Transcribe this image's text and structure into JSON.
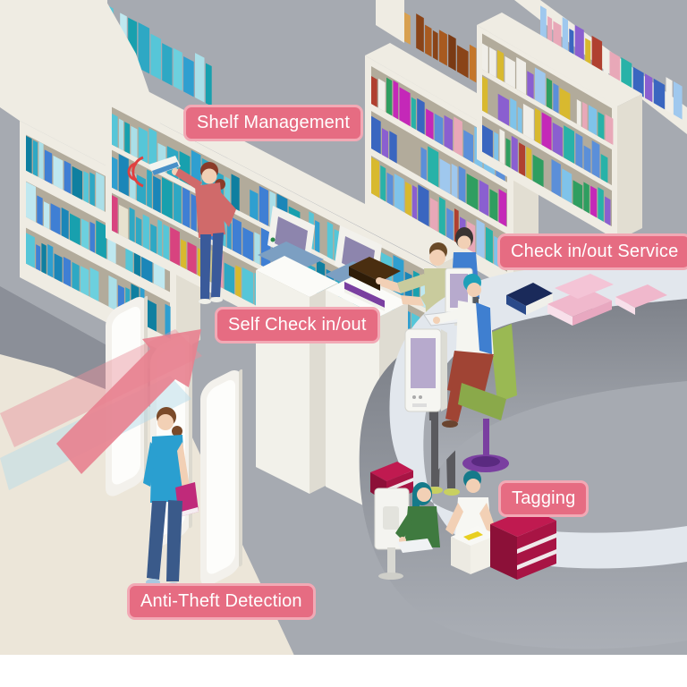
{
  "labels": {
    "shelf_management": "Shelf Management",
    "self_check": "Self Check in/out",
    "checkin_service": "Check in/out Service",
    "anti_theft": "Anti-Theft Detection",
    "tagging": "Tagging"
  },
  "colors": {
    "label-bg": "#e66c82",
    "label-border": "#f2a9b5",
    "label-text": "#ffffff",
    "floor": "#a6aab1",
    "floor-shadow": "#8b8f98",
    "outside-floor": "#ece6d9",
    "counter-top": "#e2e7ed",
    "counter-front-dark": "#7e828a",
    "counter-front-light": "#abafb6",
    "shelf-frame": "#efece3",
    "shelf-recess": "#b2ab9b",
    "shelf-end": "#e2ded2",
    "kiosk-screen": "#8d85ad",
    "kiosk-tray": "#7c9fc2",
    "monitor-screen": "#b7aacd",
    "gate-body": "#f3f1ec",
    "arrow-pink": "#e8818f",
    "page-bg": "#ffffff"
  },
  "palettes": {
    "left_books": [
      "#2ea8c4",
      "#56c6d8",
      "#1b86b8",
      "#6cd0de",
      "#2f9fd0",
      "#aadfe8",
      "#18a0ae",
      "#3f7fd4",
      "#bfe8f0",
      "#0f7fa0"
    ],
    "accent_books": [
      "#d8b92f",
      "#e8e2cf",
      "#d8437f",
      "#2ea8c4",
      "#e89ab0",
      "#56c6d8",
      "#c8c08a",
      "#3f7fd4"
    ],
    "right_books": [
      "#5b8fd9",
      "#2f9e60",
      "#7fc3ea",
      "#c428b8",
      "#d8b92f",
      "#b04030",
      "#e8a8b8",
      "#8a5fd0",
      "#3a66c0",
      "#28b2a8",
      "#f0eee8",
      "#9fc8ee"
    ],
    "brown_books": [
      "#a85a20",
      "#c4762a",
      "#8a4418",
      "#d8a050",
      "#7a3a14"
    ]
  }
}
